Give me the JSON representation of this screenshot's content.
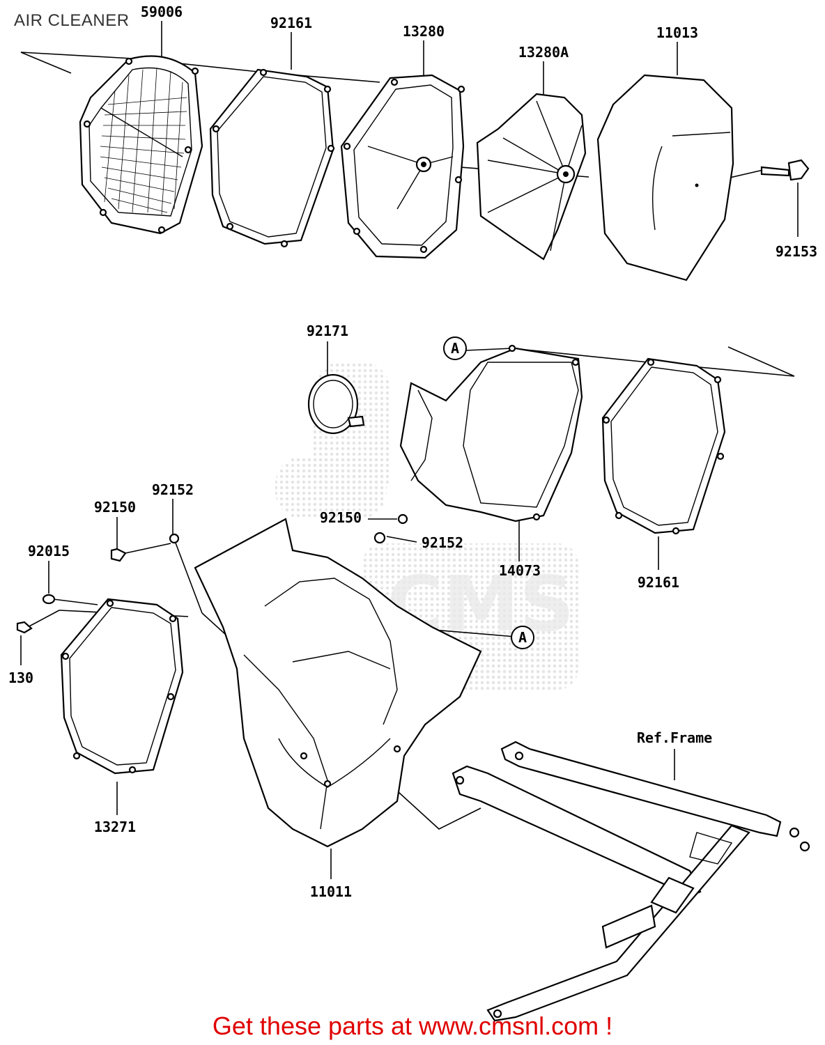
{
  "header": {
    "title": "AIR CLEANER"
  },
  "diagram": {
    "labels": {
      "p59006": "59006",
      "p92161_top": "92161",
      "p13280": "13280",
      "p13280A": "13280A",
      "p11013": "11013",
      "p92153": "92153",
      "p92171": "92171",
      "pA_top": "A",
      "p92152_left": "92152",
      "p92150_left": "92150",
      "p92150_center": "92150",
      "p92152_center": "92152",
      "p14073": "14073",
      "p92161_right": "92161",
      "p92015": "92015",
      "p130": "130",
      "pA_mid": "A",
      "p13271": "13271",
      "p11011": "11011",
      "ref_frame": "Ref.Frame"
    },
    "watermark": "CMS"
  },
  "footer": {
    "cta": "Get these parts at www.cmsnl.com !"
  }
}
